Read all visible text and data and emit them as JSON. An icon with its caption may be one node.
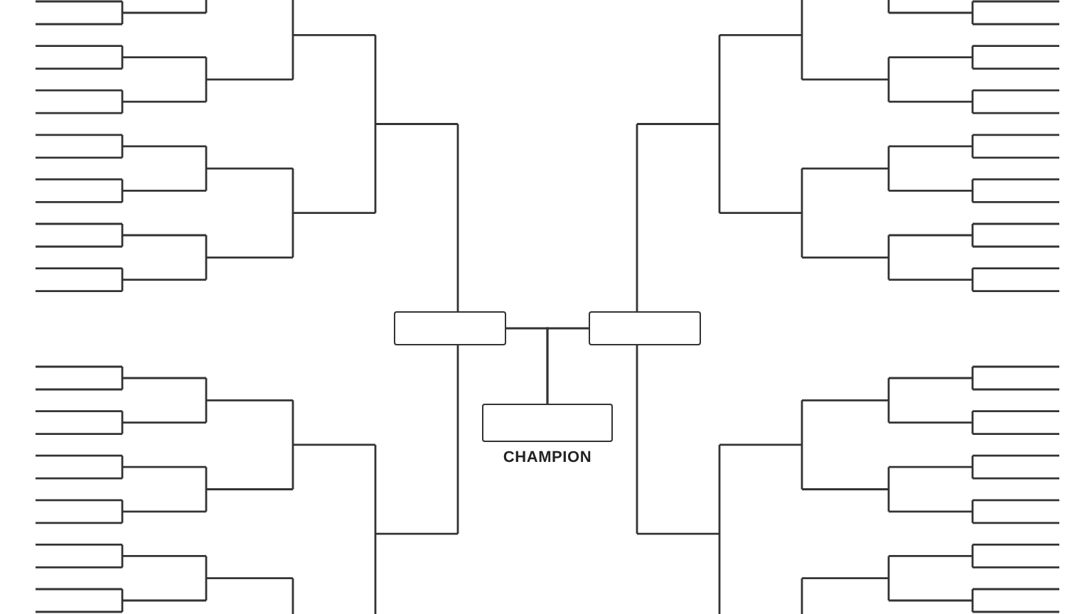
{
  "diagram": {
    "nodes": [
      {
        "text": [],
        "shape": "box"
      },
      {
        "text": [],
        "shape": "box"
      },
      {
        "text": [
          "CHAMPION"
        ]
      }
    ],
    "edges": [
      {
        "from": 0,
        "to": 2,
        "arrow": "none"
      },
      {
        "from": 1,
        "to": 2,
        "arrow": "none"
      }
    ]
  }
}
